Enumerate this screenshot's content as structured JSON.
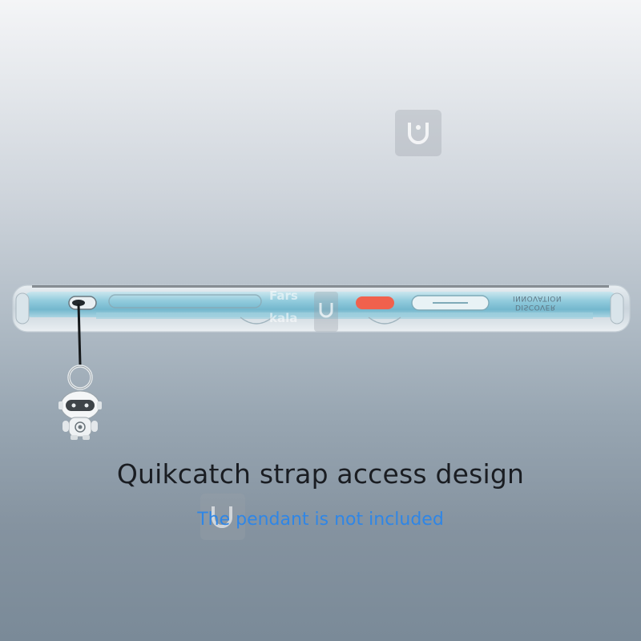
{
  "headline": "Quikcatch strap access design",
  "subline": "The pendant is not included",
  "case_engraving": {
    "line1": "INNOVATION",
    "line2": "DISCOVER"
  },
  "watermark": {
    "line1": "Fars",
    "line2": "kala"
  },
  "colors": {
    "headline": "#1a1d22",
    "subline": "#2f86e6",
    "power_button": "#f0614d",
    "phone_frame": "#7fc3d8"
  },
  "icons": [
    "farskala-logo-icon",
    "robot-pendant-icon",
    "strap-ring-icon"
  ]
}
